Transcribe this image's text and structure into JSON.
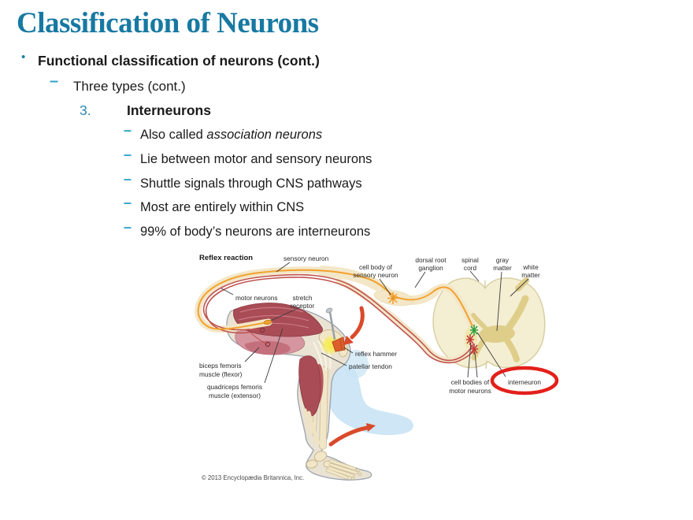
{
  "slide": {
    "title": "Classification of Neurons",
    "markers": {
      "dot": "•",
      "dash": "–"
    },
    "bullet1": "Functional classification of neurons (cont.)",
    "bullet2": "Three types (cont.)",
    "item_number": "3.",
    "item_heading": "Interneurons",
    "sub1_prefix": "Also called ",
    "sub1_italic": "association neurons",
    "sub2": "Lie between motor and sensory neurons",
    "sub3": "Shuttle signals through CNS pathways",
    "sub4": "Most are entirely within CNS",
    "sub5": "99% of body’s neurons are interneurons"
  },
  "diagram": {
    "heading": "Reflex reaction",
    "labels": {
      "sensory_neuron": "sensory neuron",
      "cell_body_1": "cell body of",
      "cell_body_2": "sensory neuron",
      "dorsal_root_1": "dorsal root",
      "dorsal_root_2": "ganglion",
      "spinal_cord_1": "spinal",
      "spinal_cord_2": "cord",
      "gray_matter_1": "gray",
      "gray_matter_2": "matter",
      "white_matter_1": "white",
      "white_matter_2": "matter",
      "motor_neurons": "motor neurons",
      "stretch_1": "stretch",
      "stretch_2": "receptor",
      "reflex_hammer": "reflex hammer",
      "patellar_tendon": "patellar tendon",
      "biceps_1": "biceps femoris",
      "biceps_2": "muscle (flexor)",
      "quadriceps_1": "quadriceps femoris",
      "quadriceps_2": "muscle (extensor)",
      "cell_bodies_1": "cell bodies of",
      "cell_bodies_2": "motor neurons",
      "interneuron": "interneuron"
    },
    "credit": "© 2013 Encyclopædia Britannica, Inc."
  },
  "colors": {
    "title_teal": "#1779A2",
    "bullet_dot_teal": "#1B7FA5",
    "dash_cyan": "#2FA3C6",
    "number_teal": "#2B87AC",
    "text_black": "#1A1A1A",
    "sensory_orange": "#F2A12E",
    "motor_red": "#C0534F",
    "muscle_dark_red": "#A94C55",
    "muscle_pink": "#D596A0",
    "bone_cream": "#F1E6C8",
    "cord_fill": "#F4EFD3",
    "gray_matter_tan": "#DFCE8A",
    "ghost_blue": "#CBE5F4",
    "arrow_red": "#D94A2B",
    "highlight_oval_red": "#E3201B",
    "interneuron_green": "#2E9E3C",
    "glow_yellow": "#F7EC4E"
  }
}
